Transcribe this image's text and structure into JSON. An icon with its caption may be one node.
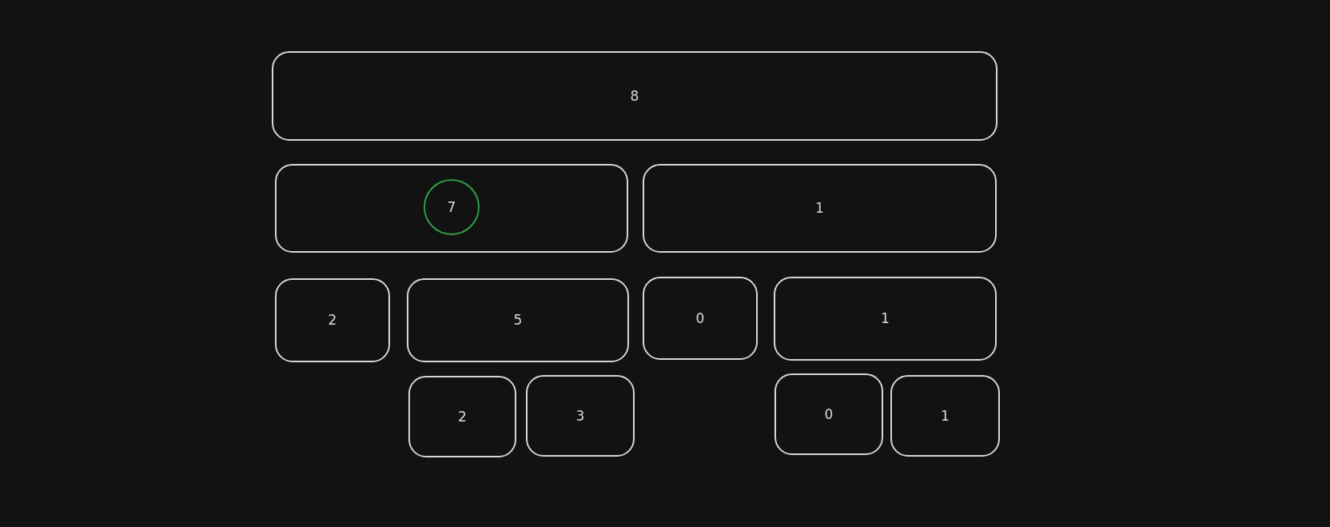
{
  "diagram": {
    "nodes": [
      {
        "text": [
          "8"
        ]
      },
      {
        "text": [],
        "shape": "box"
      },
      {
        "text": [
          "7"
        ],
        "in": 1
      },
      {
        "text": [
          "1"
        ]
      },
      {
        "text": [
          "2"
        ]
      },
      {
        "text": [
          "5"
        ]
      },
      {
        "text": [
          "0"
        ]
      },
      {
        "text": [
          "1"
        ]
      },
      {
        "text": [
          "2"
        ]
      },
      {
        "text": [
          "3"
        ]
      },
      {
        "text": [
          "0"
        ]
      },
      {
        "text": [
          "1"
        ]
      }
    ]
  }
}
